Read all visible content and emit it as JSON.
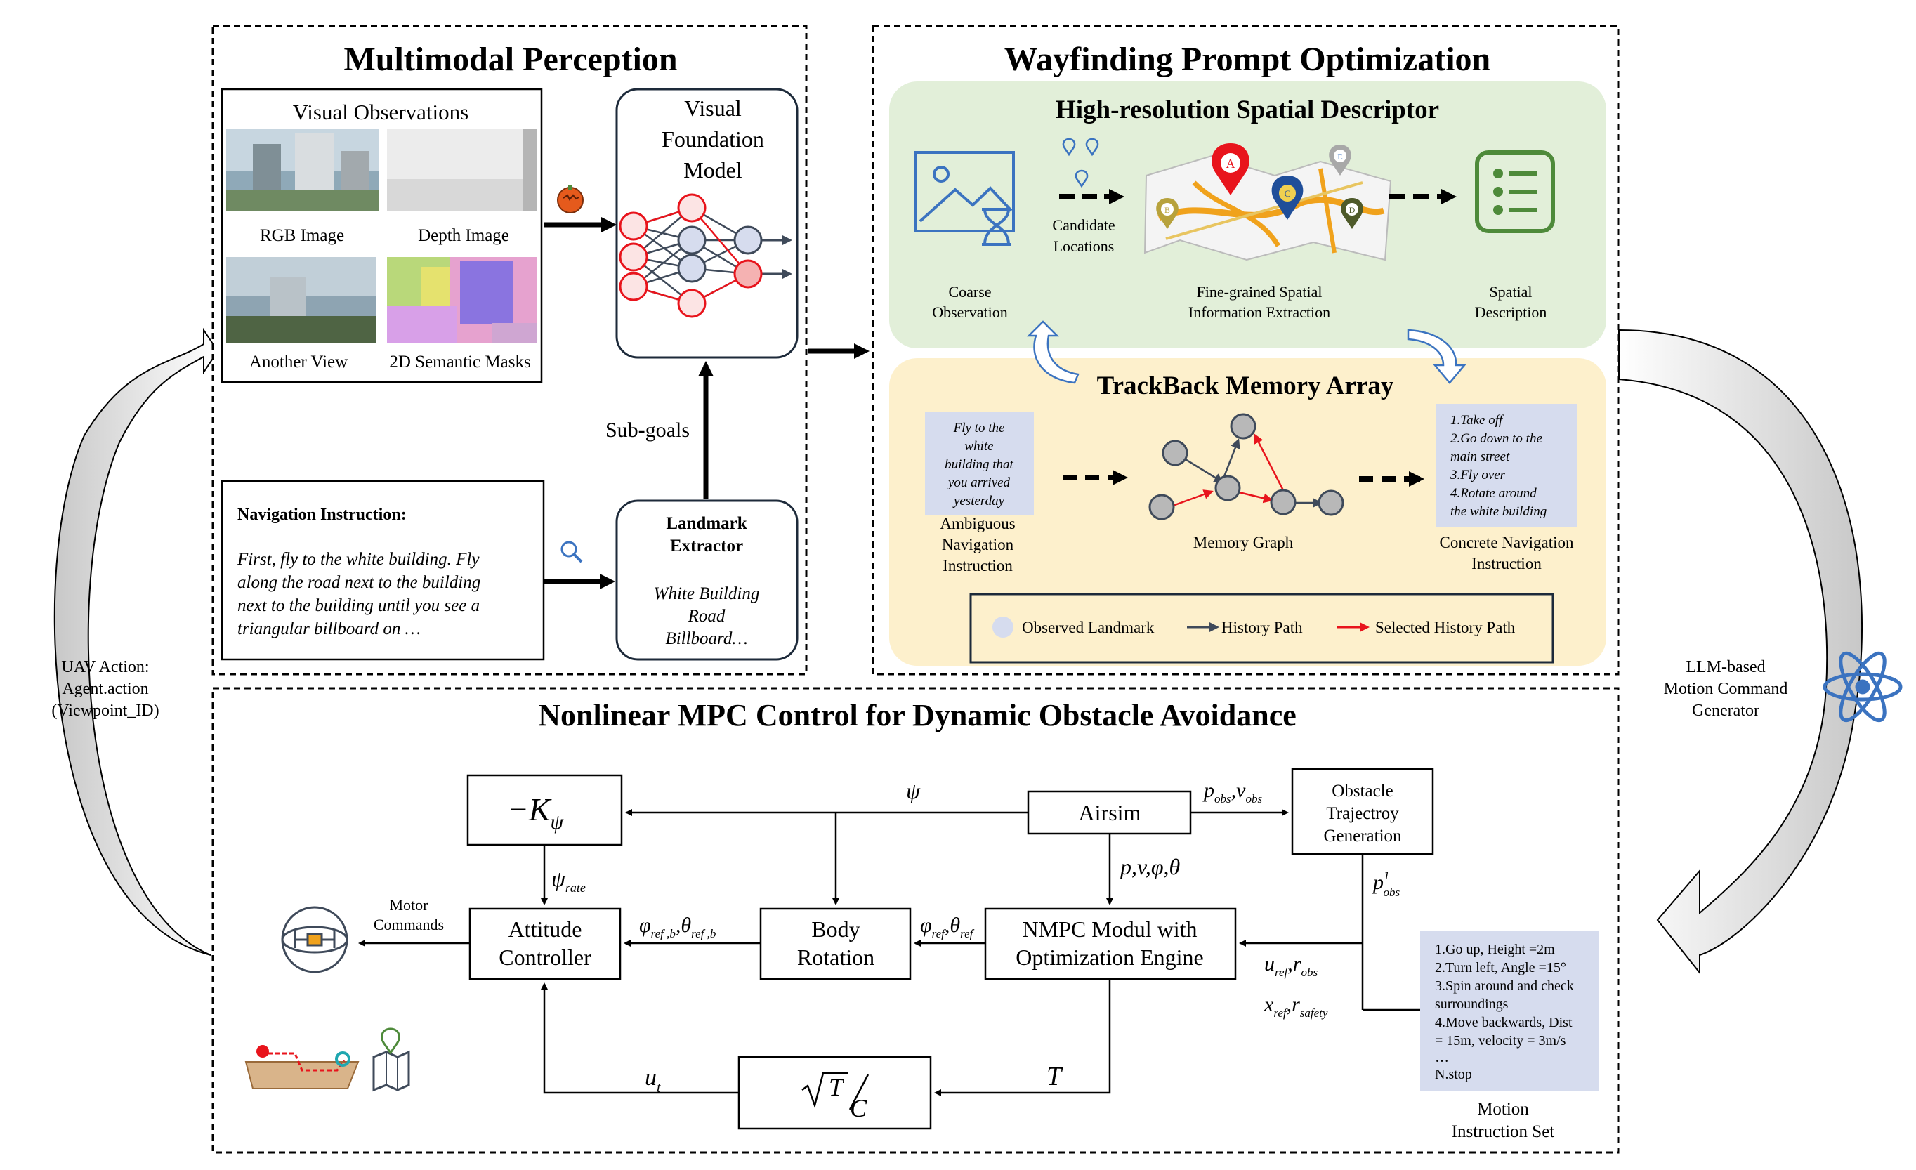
{
  "perception": {
    "title": "Multimodal Perception",
    "visual_obs_title": "Visual Observations",
    "rgb_label": "RGB Image",
    "depth_label": "Depth Image",
    "another_view_label": "Another View",
    "semantic_label": "2D Semantic Masks",
    "vfm_line1": "Visual",
    "vfm_line2": "Foundation",
    "vfm_line3": "Model",
    "subgoals": "Sub-goals",
    "nav_title": "Navigation Instruction:",
    "nav_text_lines": [
      "First, fly to the white building. Fly",
      "along the road next to the building",
      "next to the building until you see a",
      "triangular billboard on …"
    ],
    "landmark_title_1": "Landmark",
    "landmark_title_2": "Extractor",
    "landmark_items": [
      "White Building",
      "Road",
      "Billboard…"
    ]
  },
  "wayfinding": {
    "title": "Wayfinding Prompt Optimization",
    "hrsd_title": "High-resolution Spatial Descriptor",
    "coarse_1": "Coarse",
    "coarse_2": "Observation",
    "candidate_1": "Candidate",
    "candidate_2": "Locations",
    "fine_1": "Fine-grained Spatial",
    "fine_2": "Information Extraction",
    "spatial_1": "Spatial",
    "spatial_2": "Description",
    "pins": [
      "A",
      "B",
      "C",
      "D",
      "E"
    ],
    "tbm_title": "TrackBack Memory Array",
    "ambiguous_text": [
      "Fly to the",
      "white",
      "building that",
      "you arrived",
      "yesterday"
    ],
    "ambiguous_label": [
      "Ambiguous",
      "Navigation",
      "Instruction"
    ],
    "memory_graph_label": "Memory Graph",
    "concrete_text": [
      "1.Take off",
      "2.Go down to the",
      "main street",
      "3.Fly over",
      "4.Rotate around",
      "the white building"
    ],
    "concrete_label": [
      "Concrete Navigation",
      "Instruction"
    ],
    "legend_landmark": "Observed Landmark",
    "legend_history": "History Path",
    "legend_selected": "Selected History Path"
  },
  "side": {
    "uav_action": [
      "UAV Action:",
      "Agent.action",
      "(Viewpoint_ID)"
    ],
    "llm_generator": [
      "LLM-based",
      "Motion Command",
      "Generator"
    ]
  },
  "mpc": {
    "title": "Nonlinear MPC Control for Dynamic Obstacle Avoidance",
    "k_psi": "−K",
    "k_psi_sub": "ψ",
    "airsim": "Airsim",
    "obstacle": [
      "Obstacle",
      "Trajectroy",
      "Generation"
    ],
    "attitude": [
      "Attitude",
      "Controller"
    ],
    "body": [
      "Body",
      "Rotation"
    ],
    "nmpc": [
      "NMPC Modul with",
      "Optimization Engine"
    ],
    "sqrt_t": "T",
    "sqrt_c": "C",
    "motor_commands": [
      "Motor",
      "Commands"
    ],
    "psi": "ψ",
    "psi_rate": "ψ",
    "psi_rate_sub": "rate",
    "pvphi": "p,v,φ,θ",
    "p_obs": "p",
    "v_obs": "v",
    "obs_sub": "obs",
    "ref_b_phi": "φ",
    "ref_b_theta": "θ",
    "ref_b_sub": "ref ,b",
    "ref_phi": "φ",
    "ref_theta": "θ",
    "ref_sub": "ref",
    "u_ref": "u",
    "r_obs": "r",
    "x_ref": "x",
    "r_safety": "r",
    "safety_sub": "safety",
    "p1_obs": "p",
    "p1_sup": "1",
    "u_t": "u",
    "t_sub": "t",
    "T": "T",
    "motion_set": [
      "1.Go up, Height =2m",
      "2.Turn left, Angle =15°",
      "3.Spin around and check",
      "surroundings",
      "4.Move backwards, Dist",
      "= 15m, velocity = 3m/s",
      "…",
      "N.stop"
    ],
    "motion_set_label": [
      "Motion",
      "Instruction Set"
    ]
  },
  "colors": {
    "green_panel": "#e2efd9",
    "yellow_panel": "#fdf0cc",
    "blue_box": "#d6dcee",
    "icon_blue": "#3b73c0",
    "icon_green": "#4e8a3a",
    "red": "#e8141c",
    "node_gray": "#b8b8b8",
    "arrow_gray": "#3f4a5a"
  }
}
